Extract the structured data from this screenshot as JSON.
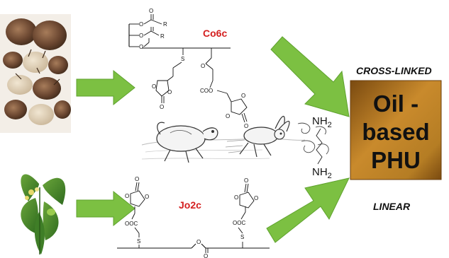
{
  "labels": {
    "co6c": "Co6c",
    "jo2c": "Jo2c",
    "cross_linked": "CROSS-LINKED",
    "linear": "LINEAR"
  },
  "product": {
    "line1": "Oil -",
    "line2": "based",
    "line3": "PHU"
  },
  "amine": {
    "top_prefix": "NH",
    "top_sub": "2",
    "bottom_prefix": "NH",
    "bottom_sub": "2"
  },
  "atoms": {
    "o": "O",
    "r": "R",
    "s": "S",
    "coo": "COO",
    "ooc": "OOC"
  },
  "colors": {
    "label_red": "#d42020",
    "arrow_green": "#7cc042",
    "arrow_green_dark": "#5fa22e",
    "product_bg": "#b57d24",
    "product_bg_dark": "#7a4a10"
  }
}
